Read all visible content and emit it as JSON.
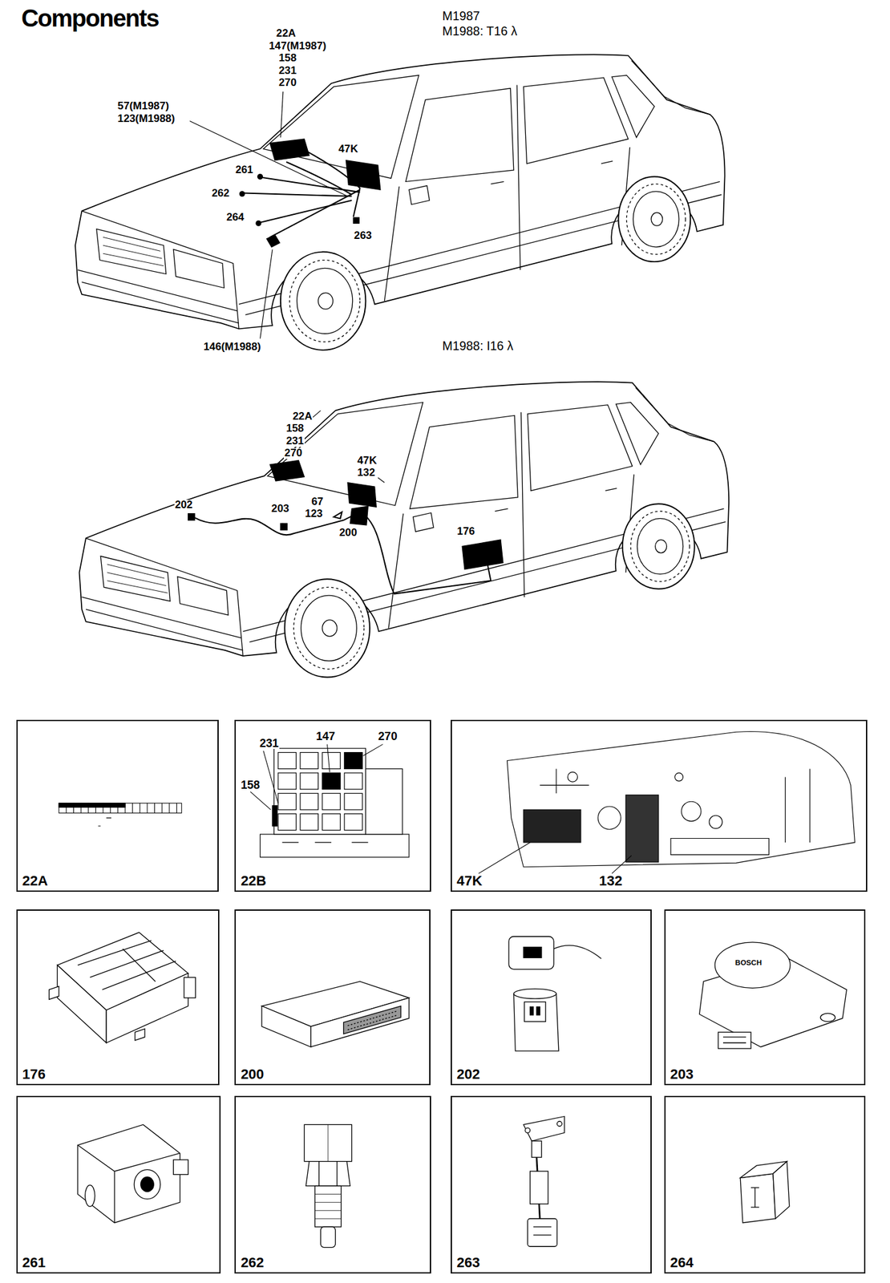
{
  "diagram": {
    "title": "Components",
    "nodes": [
      {
        "text": [
          "22A"
        ]
      },
      {
        "text": [
          "22B",
          "231",
          "147",
          "270",
          "158"
        ]
      },
      {
        "text": [
          "47K",
          "132"
        ]
      },
      {
        "text": [
          "176"
        ]
      },
      {
        "text": [
          "200"
        ]
      },
      {
        "text": [
          "202"
        ]
      },
      {
        "text": [
          "203"
        ]
      },
      {
        "text": [
          "261"
        ]
      },
      {
        "text": [
          "262"
        ]
      },
      {
        "text": [
          "263"
        ]
      },
      {
        "text": [
          "264"
        ]
      }
    ],
    "labels": [
      "M1987",
      "M1988: T16 λ",
      "22A",
      "147(M1987)",
      "158",
      "231",
      "270",
      "57(M1987)",
      "123(M1988)",
      "47K",
      "261",
      "262",
      "264",
      "263",
      "146(M1988)",
      "M1988: I16 λ",
      "22A",
      "158",
      "231",
      "270",
      "47K",
      "132",
      "202",
      "203",
      "67",
      "123",
      "200",
      "176",
      "BOSCH"
    ]
  }
}
